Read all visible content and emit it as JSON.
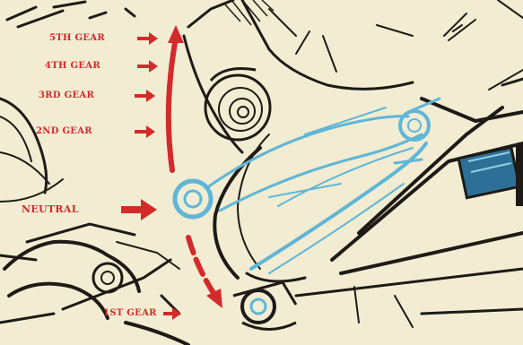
{
  "colors": {
    "paper": "#f2ecd2",
    "ink": "#1e1a16",
    "label_red": "#d42a2a",
    "cable_blue": "#5fb6d6",
    "box_blue": "#2e6f97"
  },
  "gear_labels": {
    "fifth": "5th GEAR",
    "fourth": "4th GEAR",
    "third": "3rd GEAR",
    "second": "2nd GEAR",
    "neutral": "NEUTRAL",
    "first": "1st GEAR"
  }
}
